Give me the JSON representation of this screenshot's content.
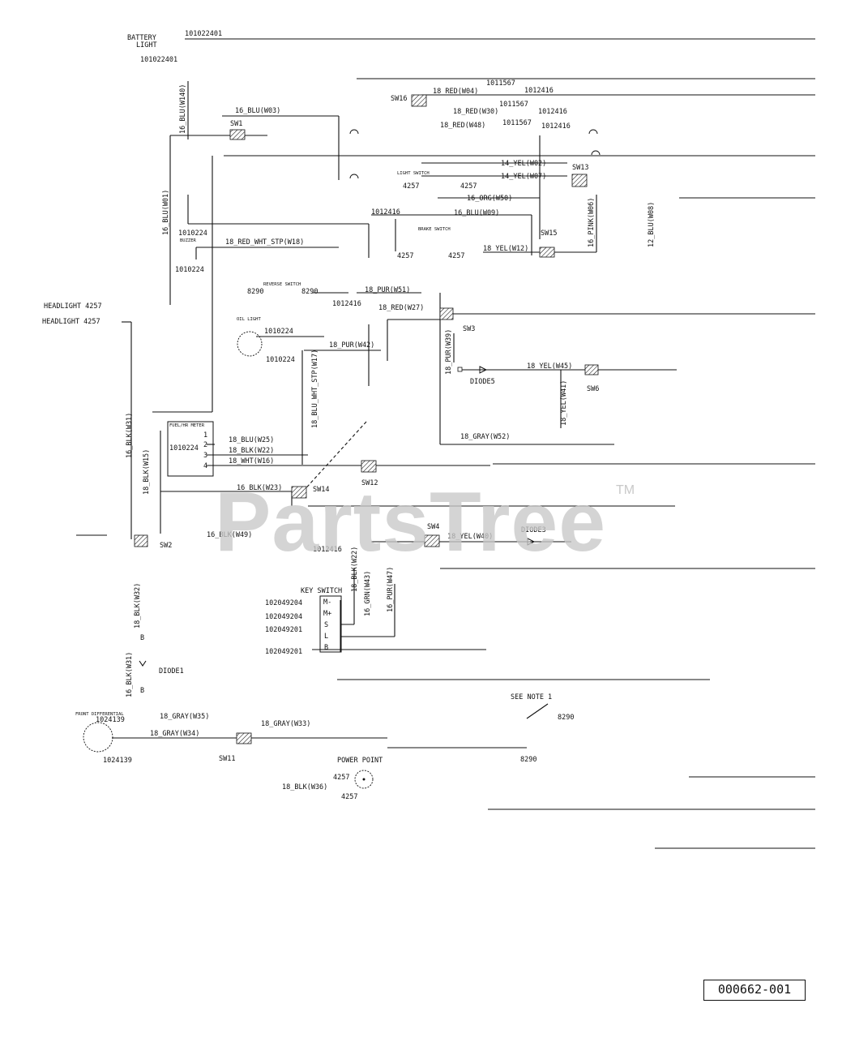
{
  "watermark": {
    "text": "PartsTree",
    "tm": "TM"
  },
  "part_number": "000662-001",
  "components": {
    "battery_light": {
      "title_1": "BATTERY",
      "title_2": "LIGHT",
      "part_1": "101022401",
      "part_2": "101022401"
    },
    "headlight_1": "HEADLIGHT 4257",
    "headlight_2": "HEADLIGHT 4257",
    "buzzer": {
      "title": "BUZZER",
      "part_1": "1010224",
      "part_2": "1010224"
    },
    "oil_light": {
      "title": "OIL LIGHT",
      "part_1": "1010224",
      "part_2": "1010224"
    },
    "reverse_switch": {
      "title": "REVERSE SWITCH",
      "part_1": "8290",
      "part_2": "8290"
    },
    "light_switch": {
      "title": "LIGHT SWITCH",
      "part_1": "4257",
      "part_2": "4257"
    },
    "brake_switch": {
      "title": "BRAKE SWITCH",
      "part_1": "4257",
      "part_2": "4257"
    },
    "fuel_hr_meter": {
      "title": "FUEL/HR METER",
      "part": "1010224",
      "pins": [
        "1",
        "2",
        "3",
        "4"
      ]
    },
    "key_switch": {
      "title": "KEY SWITCH",
      "parts": [
        "102049204",
        "102049204",
        "102049201",
        "102049201"
      ],
      "pins": [
        "M-",
        "M+",
        "S",
        "L",
        "B"
      ]
    },
    "diode1": {
      "label": "DIODE1",
      "pin_1": "B",
      "pin_2": "B"
    },
    "diode3": "DIODE3",
    "diode5": "DIODE5",
    "front_differential": {
      "title": "FRONT DIFFERENTIAL",
      "part_1": "1024139",
      "part_2": "1024139"
    },
    "power_point": {
      "title": "POWER POINT",
      "part_1": "4257",
      "part_2": "4257"
    },
    "see_note": "SEE NOTE 1",
    "see_note_parts": [
      "8290",
      "8290"
    ]
  },
  "part_refs": {
    "p1011567_1": "1011567",
    "p1011567_2": "1011567",
    "p1011567_3": "1011567",
    "p1012416_1": "1012416",
    "p1012416_2": "1012416",
    "p1012416_3": "1012416",
    "p1012416_4": "1012416",
    "p1012416_5": "1012416",
    "p1012416_6": "1012416"
  },
  "switches": [
    "SW1",
    "SW2",
    "SW3",
    "SW4",
    "SW6",
    "SW11",
    "SW12",
    "SW13",
    "SW14",
    "SW15",
    "SW16"
  ],
  "wires": {
    "w140": "16_BLU(W140)",
    "w03": "16_BLU(W03)",
    "w01": "16_BLU(W01)",
    "w04": "18_RED(W04)",
    "w30": "18_RED(W30)",
    "w48": "18_RED(W48)",
    "w02": "14_YEL(W02)",
    "w07": "14_YEL(W07)",
    "w50": "16_ORG(W50)",
    "w09": "16_BLU(W09)",
    "w06": "16_PINK(W06)",
    "w08": "12_BLU(W08)",
    "w12": "18_YEL(W12)",
    "w18": "18_RED_WHT_STP(W18)",
    "w51": "18_PUR(W51)",
    "w27": "18_RED(W27)",
    "w39": "18_PUR(W39)",
    "w42": "18_PUR(W42)",
    "w17": "18_BLU_WHT_STP(W17)",
    "w45": "18_YEL(W45)",
    "w41": "18_YEL(W41)",
    "w52a": "18_GRAY(W52)",
    "w31": "16_BLK(W31)",
    "w15": "18_BLK(W15)",
    "w25": "18_BLU(W25)",
    "w22": "18_BLK(W22)",
    "w16": "18_WHT(W16)",
    "w23": "16_BLK(W23)",
    "w49": "16_BLK(W49)",
    "w40": "18_YEL(W40)",
    "w22b": "18_BLK(W22)",
    "w43": "16_GRN(W43)",
    "w47": "16_PUR(W47)",
    "w32": "18_BLK(W32)",
    "w31b": "16_BLK(W31)",
    "w35": "18_GRAY(W35)",
    "w33": "18_GRAY(W33)",
    "w34": "18_GRAY(W34)",
    "w36": "18_BLK(W36)"
  }
}
